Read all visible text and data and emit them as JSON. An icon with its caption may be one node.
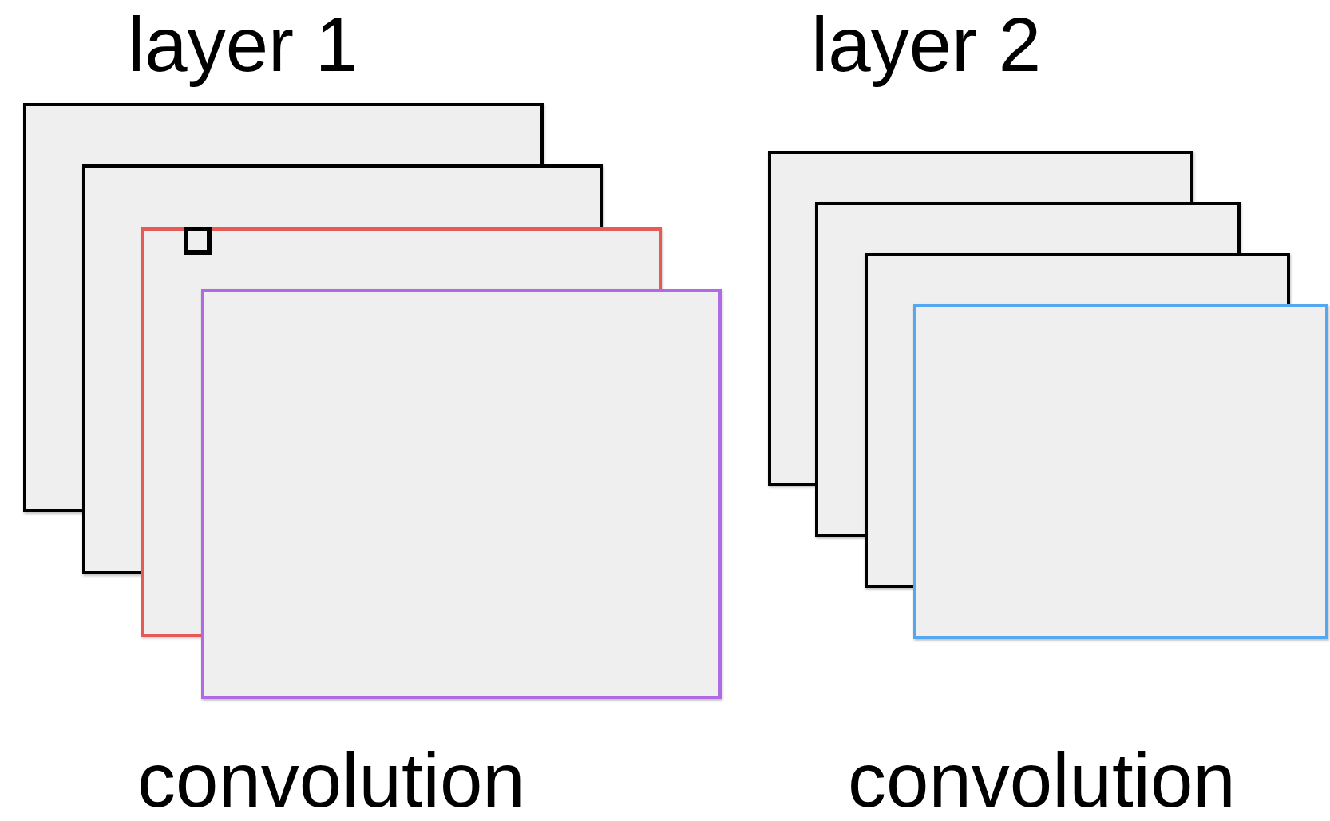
{
  "diagram": {
    "nodes": [
      {
        "text": [],
        "shape": "box"
      },
      {
        "text": [],
        "shape": "box"
      },
      {
        "text": [],
        "shape": "box"
      },
      {
        "text": [],
        "shape": "box"
      },
      {
        "text": [],
        "shape": "box"
      },
      {
        "text": [],
        "shape": "box"
      },
      {
        "text": [],
        "shape": "box"
      },
      {
        "text": [],
        "shape": "box"
      },
      {
        "text": [],
        "shape": "box"
      }
    ],
    "labels": [
      "layer 1",
      "layer 2",
      "convolution",
      "convolution"
    ]
  }
}
